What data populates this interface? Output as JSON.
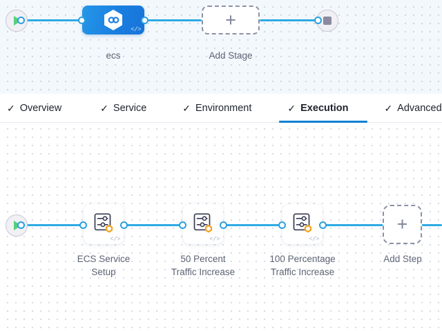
{
  "stage_canvas": {
    "start_node": {
      "name": "start",
      "icon": "play-icon"
    },
    "end_node": {
      "name": "end",
      "icon": "stop-icon"
    },
    "stage": {
      "label": "ecs",
      "icon": "pipeline-hexagon-icon",
      "code_glyph": "</>"
    },
    "add_stage": {
      "label": "Add Stage",
      "plus": "+"
    }
  },
  "tabs": [
    {
      "label": "Overview",
      "check": "✓",
      "active": false
    },
    {
      "label": "Service",
      "check": "✓",
      "active": false
    },
    {
      "label": "Environment",
      "check": "✓",
      "active": false
    },
    {
      "label": "Execution",
      "check": "✓",
      "active": true
    },
    {
      "label": "Advanced",
      "check": "✓",
      "active": false
    }
  ],
  "step_canvas": {
    "start_node": {
      "name": "start",
      "icon": "play-icon"
    },
    "steps": [
      {
        "label": "ECS Service\nSetup",
        "icon": "shell-script-step-icon",
        "badge": "harness-hexagon-badge",
        "code_glyph": "</>"
      },
      {
        "label": "50 Percent\nTraffic Increase",
        "icon": "shell-script-step-icon",
        "badge": "harness-hexagon-badge",
        "code_glyph": "</>"
      },
      {
        "label": "100 Percentage\nTraffic Increase",
        "icon": "shell-script-step-icon",
        "badge": "harness-hexagon-badge",
        "code_glyph": "</>"
      }
    ],
    "add_step": {
      "label": "Add Step",
      "plus": "+"
    }
  },
  "colors": {
    "accent_blue": "#0b7fd4",
    "edge_blue": "#2eaae4",
    "stage_blue": "#1a7fe0",
    "badge_orange": "#f5a623",
    "play_green": "#56d07a",
    "stage_bg": "#f3f8fc",
    "step_bg": "#ffffff"
  }
}
